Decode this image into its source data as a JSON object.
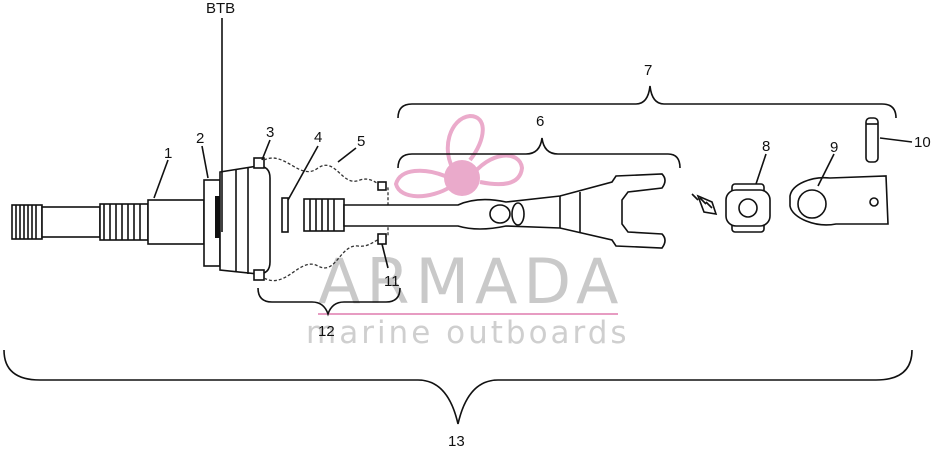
{
  "callouts": {
    "btb": "BTB",
    "c1": "1",
    "c2": "2",
    "c3": "3",
    "c4": "4",
    "c5": "5",
    "c6": "6",
    "c7": "7",
    "c8": "8",
    "c9": "9",
    "c10": "10",
    "c11": "11",
    "c12": "12",
    "c13": "13"
  },
  "watermark": {
    "title": "ARMADA",
    "subtitle": "marine outboards",
    "logo_color": "#e79cc2",
    "text_color": "#c9c9c9"
  }
}
